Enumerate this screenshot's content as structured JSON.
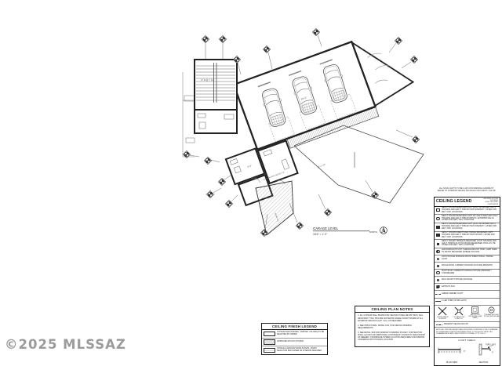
{
  "watermark": "©2025 MLSSAZ",
  "plan": {
    "title": "GARAGE LEVEL",
    "scale": "3/16\" = 1'-0\"",
    "north_label": "NORTH",
    "labels": {
      "stair": "17 R @ 7 1/2\"",
      "garage_dim": "23'-4\"",
      "room_dim": "9'-0\"",
      "dim2": "4'-1 1/2\"",
      "window_seat": "WINDOW SEAT ABOVE 7'-8\"",
      "ramp": "RAMP DN"
    }
  },
  "legend": {
    "pre_note_line1": "ALL NOVA LIGHTS TO BE 0-10V FOR DIMMING CAPABILITY.",
    "pre_note_line2": "REFER TO INTERIOR DESIGN PACKAGE FOR FINISH / COLOR.",
    "title": "CEILING LEGEND",
    "title_note_line1": "* INDICATES FIXTURE GROUPING",
    "title_note_line2": "W/ ALL REQUIRED COMPONENTS",
    "rows": [
      {
        "text": "NEW 6\" ROUND RECESSED LIGHT (FLAT OR LENSED ONLY). HOUSING AND LED 6\" TRIM W/ HIGH INTENSITY. LISTED FOR WET / DRY LOCATIONS"
      },
      {
        "text": "NEW 4\" ROUND RECESSED LIGHT W/ LOW GLARE LENS ONLY. HOUSING AND LED 4\" TRIM AT PATIOS / EXTERIOR WALLS. LISTED FOR WET / DRY LOCATIONS"
      },
      {
        "text": "NEW 4\" ROUND RECESSED LIGHT (FLAT OR LENSED ONLY). HOUSING AND LED 4\" TRIM W/ HIGH INTENSITY. LISTED FOR WET / DRY LOCATIONS"
      },
      {
        "text": "NEW 2\" ROUND DIRECTIONAL SWIVEL RECESSED LIGHT. HOUSING AND LED 2\" TRIM W/ HIGH UPLIGHT. LISTED FOR WET / DRY LOCATIONS"
      },
      {
        "text": "NEW 2\" ROUND TRIMLESS RECESSED LIGHT. HOUSING AND LED 2\" TRIM W/ FLAT (NO BULB) REGRESSED OR FLAT LITE. LISTED FOR WET / DRY LOCATIONS"
      },
      {
        "text": "LED DOWNLIGHT UNIT, SURFACE MOUNT. TRIM / LAMP TEMP TO MATCH RECESSED (WHERE OCCURS)"
      },
      {
        "text": "LOW VOLTAGE SURFACE MOUNT DIRECTIONAL / SWIVEL LIGHT"
      },
      {
        "text": "SINGLE BULB, CURRENT HANGING FIXTURE (PENDANT)"
      },
      {
        "text": "MULTI BULB, CURRENT HANGING FIXTURE (PENDANT / CHANDELIER)"
      },
      {
        "text": "WALL MOUNT FIXTURE (SCONCE)"
      },
      {
        "text": "EXHAUST FAN"
      }
    ],
    "linear": [
      {
        "text": "UNDER CABINET LIGHT"
      },
      {
        "text": "4' LED STRIP (W/ DR LIGHT)"
      }
    ],
    "fans": {
      "fan1": "CEILING FAN W/ FLUSH KIT",
      "fan2": "CLG FAN W/ LED LIGHT KIT",
      "duct": "AIR DUCT W/ RETURN AIR (FLAT PANEL)",
      "skylight": "TUBULAR SKYLIGHT W/ VENTILATION FAN"
    },
    "pendant": "PENDANT CEILING MOUNT",
    "note": "NOTE: ALL FIXTURE HEIGHTS AND MOUNTING LOCATIONS TO BE CONFIRMED W/ OWNER AND INTERIOR DESIGNER PRIOR TO ROUGH-IN. VERIFY ALL CLEARANCES W/ MFR. SPECS PRIOR TO INSTALL (TYP. U.N.O.)",
    "light_shelf": {
      "title": "LIGHT SHELF",
      "plan_view": "PLAN VIEW",
      "section": "SECTION",
      "tape_light": "TAPE LIGHT",
      "dim1": "6\"",
      "dim2": "4\""
    }
  },
  "plan_notes": {
    "title": "CEILING PLAN NOTES",
    "notes": [
      {
        "text": "1.  ALL GYPSUM WALL BOARD FOR CEILINGS SHALL BE 5/8\" (MIN.) SAG-RESISTANT TYPE. PROVIDE 'EXTERIOR GRADE' SOFFIT BOARD AT ALL EXTERIOR CEILINGS (GYP. CLG.) AS REQUIRED"
      },
      {
        "text": "2.  SEE STRUCTURAL, DETAIL 1/S4, FOR CEILING FRAMING REQUIREMENTS"
      },
      {
        "text": "3.  SEE DETAIL 3/A9 FOR WINDOW COVERING POCKET. CONTRACTOR SHALL ALLOW FOR ADDITIONAL CONTINGENCY FUNDS TO SIZE POCKET AS NEEDED. COORDINATE POWER LOCATION REQUIRED FOR WINDOW COVERINGS WITH POCKET LOCATION"
      }
    ]
  },
  "finish_legend": {
    "title": "CEILING FINISH LEGEND",
    "items": [
      {
        "text": "GYPSUM SOFFIT BOARD - PAINTED. COLOR(S) TO BE SELECTED BY OWNER"
      },
      {
        "text": "APPROVED STUCCO SYSTEM"
      },
      {
        "text": "TONGUE & GROOVE WOOD PLANKS - FINISH SELECTION PER OWNER OR INTERIOR DESIGNER"
      }
    ]
  },
  "colors": {
    "line": "#2b2b2b",
    "muted": "#8f8f8f",
    "watermark": "#9b9b9b"
  }
}
